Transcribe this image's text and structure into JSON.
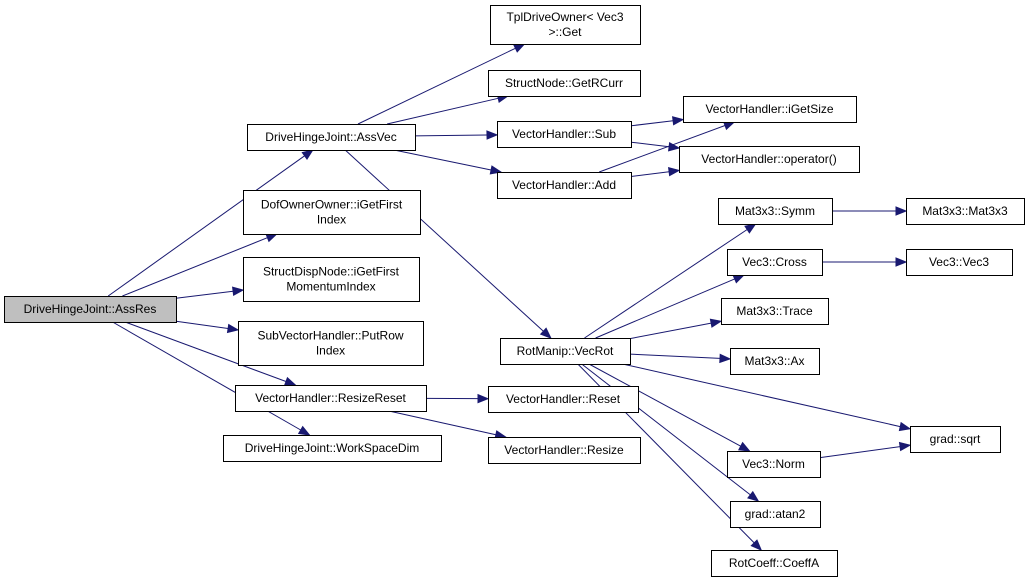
{
  "graph": {
    "nodes": {
      "root": {
        "lines": [
          "DriveHingeJoint::AssRes"
        ],
        "highlight": true
      },
      "assvec": {
        "lines": [
          "DriveHingeJoint::AssVec"
        ]
      },
      "dofowner": {
        "lines": [
          "DofOwnerOwner::iGetFirst",
          "Index"
        ]
      },
      "structdisp": {
        "lines": [
          "StructDispNode::iGetFirst",
          "MomentumIndex"
        ]
      },
      "subvec": {
        "lines": [
          "SubVectorHandler::PutRow",
          "Index"
        ]
      },
      "resizereset": {
        "lines": [
          "VectorHandler::ResizeReset"
        ]
      },
      "workspace": {
        "lines": [
          "DriveHingeJoint::WorkSpaceDim"
        ]
      },
      "tpldrive": {
        "lines": [
          "TplDriveOwner< Vec3",
          " >::Get"
        ]
      },
      "getrcurr": {
        "lines": [
          "StructNode::GetRCurr"
        ]
      },
      "vhsub": {
        "lines": [
          "VectorHandler::Sub"
        ]
      },
      "vhadd": {
        "lines": [
          "VectorHandler::Add"
        ]
      },
      "igetsize": {
        "lines": [
          "VectorHandler::iGetSize"
        ]
      },
      "operator": {
        "lines": [
          "VectorHandler::operator()"
        ]
      },
      "vecrot": {
        "lines": [
          "RotManip::VecRot"
        ]
      },
      "reset": {
        "lines": [
          "VectorHandler::Reset"
        ]
      },
      "resize": {
        "lines": [
          "VectorHandler::Resize"
        ]
      },
      "symm": {
        "lines": [
          "Mat3x3::Symm"
        ]
      },
      "mat3x3": {
        "lines": [
          "Mat3x3::Mat3x3"
        ]
      },
      "cross": {
        "lines": [
          "Vec3::Cross"
        ]
      },
      "vec3": {
        "lines": [
          "Vec3::Vec3"
        ]
      },
      "trace": {
        "lines": [
          "Mat3x3::Trace"
        ]
      },
      "ax": {
        "lines": [
          "Mat3x3::Ax"
        ]
      },
      "sqrt": {
        "lines": [
          "grad::sqrt"
        ]
      },
      "norm": {
        "lines": [
          "Vec3::Norm"
        ]
      },
      "atan2": {
        "lines": [
          "grad::atan2"
        ]
      },
      "coeffa": {
        "lines": [
          "RotCoeff::CoeffA"
        ]
      }
    },
    "edges": [
      [
        "root",
        "assvec"
      ],
      [
        "root",
        "dofowner"
      ],
      [
        "root",
        "structdisp"
      ],
      [
        "root",
        "subvec"
      ],
      [
        "root",
        "resizereset"
      ],
      [
        "root",
        "workspace"
      ],
      [
        "assvec",
        "tpldrive"
      ],
      [
        "assvec",
        "getrcurr"
      ],
      [
        "assvec",
        "vhsub"
      ],
      [
        "assvec",
        "vhadd"
      ],
      [
        "assvec",
        "vecrot"
      ],
      [
        "vhsub",
        "igetsize"
      ],
      [
        "vhsub",
        "operator"
      ],
      [
        "vhadd",
        "igetsize"
      ],
      [
        "vhadd",
        "operator"
      ],
      [
        "resizereset",
        "reset"
      ],
      [
        "resizereset",
        "resize"
      ],
      [
        "vecrot",
        "symm"
      ],
      [
        "vecrot",
        "cross"
      ],
      [
        "vecrot",
        "trace"
      ],
      [
        "vecrot",
        "ax"
      ],
      [
        "vecrot",
        "sqrt"
      ],
      [
        "vecrot",
        "norm"
      ],
      [
        "vecrot",
        "atan2"
      ],
      [
        "vecrot",
        "coeffa"
      ],
      [
        "symm",
        "mat3x3"
      ],
      [
        "cross",
        "vec3"
      ],
      [
        "norm",
        "sqrt"
      ]
    ],
    "colors": {
      "edge": "#191970",
      "root_fill": "#bfbfbf",
      "node_fill": "#ffffff",
      "border": "#000000"
    }
  }
}
